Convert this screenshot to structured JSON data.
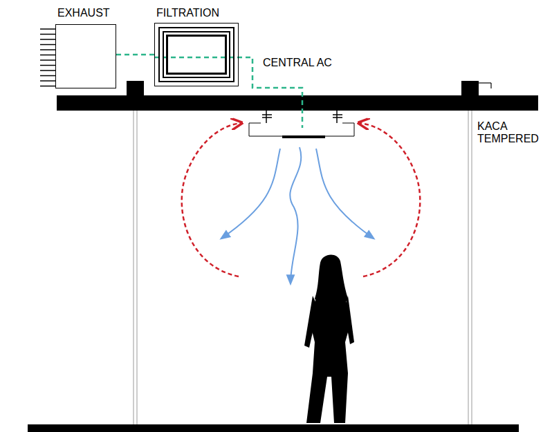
{
  "diagram": {
    "nodes": [
      {
        "text": [
          "EXHAUST"
        ]
      },
      {
        "text": [
          "FILTRATION"
        ]
      }
    ],
    "edges": [
      {
        "from": 0,
        "to": 1,
        "arrow": "none"
      }
    ],
    "labels": [
      "CENTRAL AC",
      "KACA TEMPERED"
    ]
  }
}
